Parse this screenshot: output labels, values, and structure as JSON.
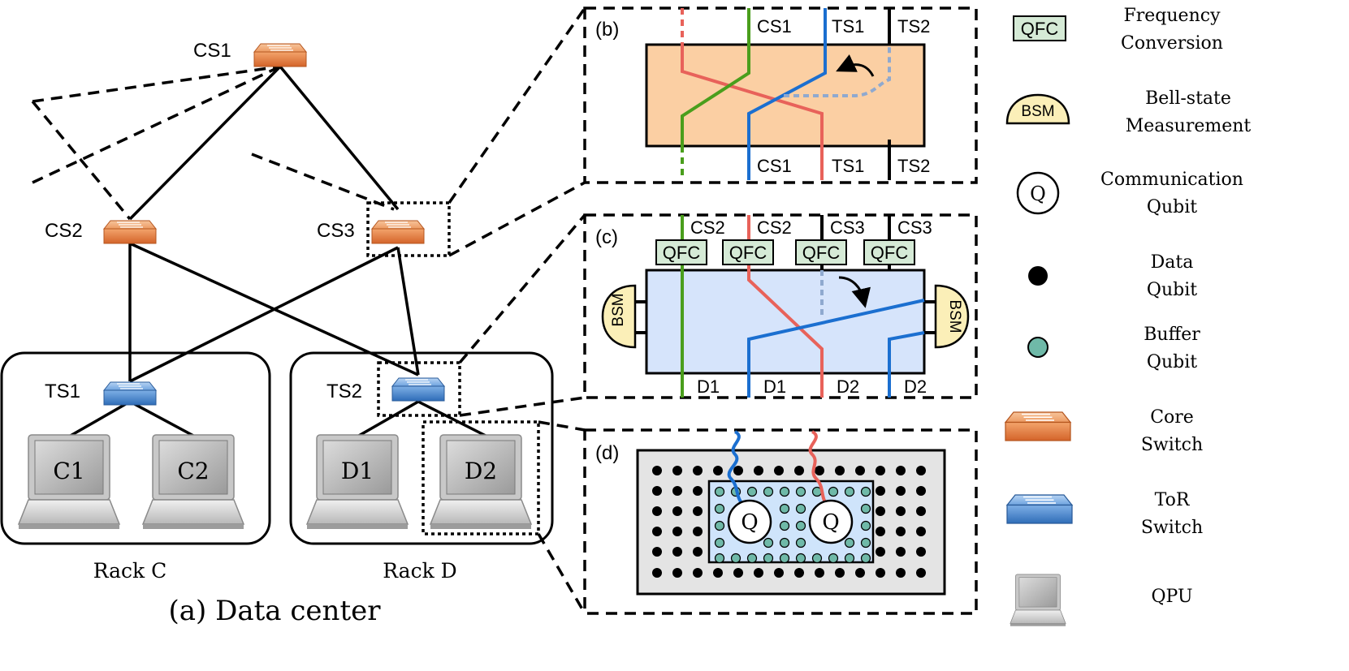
{
  "network": {
    "core_switches": [
      "CS1",
      "CS2",
      "CS3"
    ],
    "tor_switches": [
      "TS1",
      "TS2"
    ],
    "qpus": [
      "C1",
      "C2",
      "D1",
      "D2"
    ],
    "racks": [
      "Rack C",
      "Rack D"
    ],
    "caption": "(a) Data center"
  },
  "panel_b": {
    "tag": "(b)",
    "top_labels": [
      "CS1",
      "TS1",
      "TS2"
    ],
    "bottom_labels": [
      "CS1",
      "TS1",
      "TS2"
    ]
  },
  "panel_c": {
    "tag": "(c)",
    "top_labels": [
      "CS2",
      "CS2",
      "CS3",
      "CS3"
    ],
    "qfc_label": "QFC",
    "bsm_label": "BSM",
    "bottom_labels": [
      "D1",
      "D1",
      "D2",
      "D2"
    ]
  },
  "panel_d": {
    "tag": "(d)",
    "qubit_label": "Q"
  },
  "legend": {
    "qfc": {
      "symbol": "QFC",
      "text": [
        "Frequency",
        "Conversion"
      ]
    },
    "bsm": {
      "symbol": "BSM",
      "text": [
        "Bell-state",
        "Measurement"
      ]
    },
    "comm": {
      "symbol": "Q",
      "text": [
        "Communication",
        "Qubit"
      ]
    },
    "data": {
      "text": [
        "Data",
        "Qubit"
      ]
    },
    "buffer": {
      "text": [
        "Buffer",
        "Qubit"
      ]
    },
    "core": {
      "text": [
        "Core",
        "Switch"
      ]
    },
    "tor": {
      "text": [
        "ToR",
        "Switch"
      ]
    },
    "qpu": {
      "text": [
        "QPU"
      ]
    }
  },
  "colors": {
    "core_switch": "#e07b3a",
    "tor_switch": "#4a86c8",
    "panel_b_fill": "#fbcfa3",
    "panel_c_fill": "#d6e4fb",
    "qfc_fill": "#d5ead6",
    "bsm_fill": "#fbefb8",
    "green_path": "#4a9e1c",
    "red_path": "#e8625a",
    "blue_path": "#1b6fd0",
    "buffer_qubit": "#6fb9a8"
  }
}
